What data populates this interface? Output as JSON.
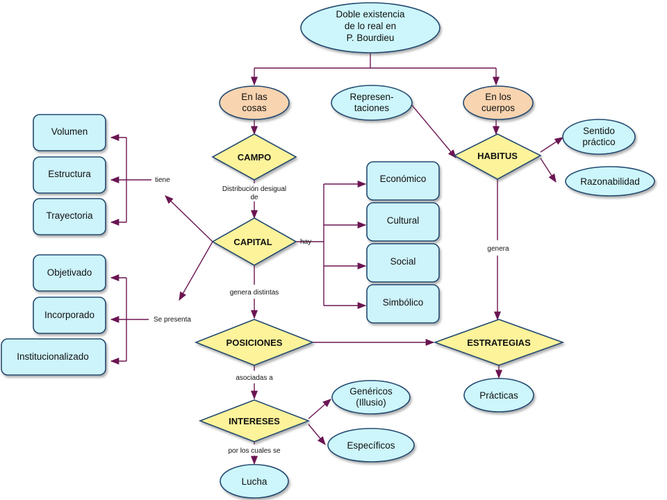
{
  "nodes": {
    "root": [
      "Doble existencia",
      "de lo real en",
      "P. Bourdieu"
    ],
    "en_las_cosas": [
      "En las",
      "cosas"
    ],
    "en_los_cuerpos": [
      "En los",
      "cuerpos"
    ],
    "representaciones": [
      "Represen-",
      "taciones"
    ],
    "campo": "CAMPO",
    "habitus": "HABITUS",
    "sentido_practico": [
      "Sentido",
      "práctico"
    ],
    "razonabilidad": "Razonabilidad",
    "capital": "CAPITAL",
    "economico": "Económico",
    "cultural": "Cultural",
    "social": "Social",
    "simbolico": "Simbólico",
    "volumen": "Volumen",
    "estructura": "Estructura",
    "trayectoria": "Trayectoria",
    "objetivado": "Objetivado",
    "incorporado": "Incorporado",
    "institucionalizado": "Institucionalizado",
    "posiciones": "POSICIONES",
    "estrategias": "ESTRATEGIAS",
    "practicas": "Prácticas",
    "intereses": "INTERESES",
    "genericos": [
      "Genéricos",
      "(Illusio)"
    ],
    "especificos": "Específicos",
    "lucha": "Lucha"
  },
  "links": {
    "distribucion": [
      "Distribución desigual",
      "de"
    ],
    "tiene": "tiene",
    "se_presenta": "Se presenta",
    "hay": "hay",
    "genera": "genera",
    "genera_distintas": "genera distintas",
    "asociadas_a": "asociadas a",
    "por_los_cuales_se": "por los cuales se"
  },
  "colors": {
    "ellipse_blue": "#ccf6fb",
    "ellipse_peach": "#f8d4b0",
    "diamond_yellow": "#fcf39a",
    "box_blue": "#cdf3fb",
    "outline": "#234a70",
    "arrow": "#6b1552"
  }
}
